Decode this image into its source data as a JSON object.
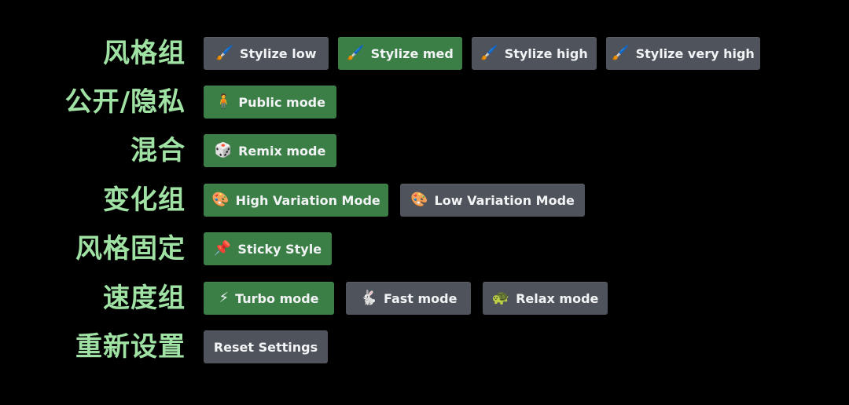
{
  "rows": [
    {
      "label": "风格组",
      "buttons": [
        {
          "icon": "🖌️",
          "text": "Stylize low",
          "state": "inactive"
        },
        {
          "icon": "🖌️",
          "text": "Stylize med",
          "state": "active"
        },
        {
          "icon": "🖌️",
          "text": "Stylize high",
          "state": "inactive"
        },
        {
          "icon": "🖌️",
          "text": "Stylize very high",
          "state": "inactive"
        }
      ]
    },
    {
      "label": "公开/隐私",
      "buttons": [
        {
          "icon": "🧍",
          "text": "Public mode",
          "state": "active"
        }
      ]
    },
    {
      "label": "混合",
      "buttons": [
        {
          "icon": "🎲",
          "text": "Remix mode",
          "state": "active"
        }
      ]
    },
    {
      "label": "变化组",
      "buttons": [
        {
          "icon": "🎨",
          "text": "High Variation Mode",
          "state": "active"
        },
        {
          "icon": "🎨",
          "text": "Low Variation Mode",
          "state": "inactive"
        }
      ]
    },
    {
      "label": "风格固定",
      "buttons": [
        {
          "icon": "📌",
          "text": "Sticky Style",
          "state": "active"
        }
      ]
    },
    {
      "label": "速度组",
      "buttons": [
        {
          "icon": "⚡",
          "text": "Turbo mode",
          "state": "active"
        },
        {
          "icon": "🐇",
          "text": "Fast mode",
          "state": "inactive"
        },
        {
          "icon": "🐢",
          "text": "Relax mode",
          "state": "inactive"
        }
      ]
    },
    {
      "label": "重新设置",
      "buttons": [
        {
          "text": "Reset Settings",
          "state": "inactive"
        }
      ]
    }
  ],
  "colors": {
    "active": "#3b7f47",
    "inactive": "#4f545c",
    "background": "#000000"
  }
}
